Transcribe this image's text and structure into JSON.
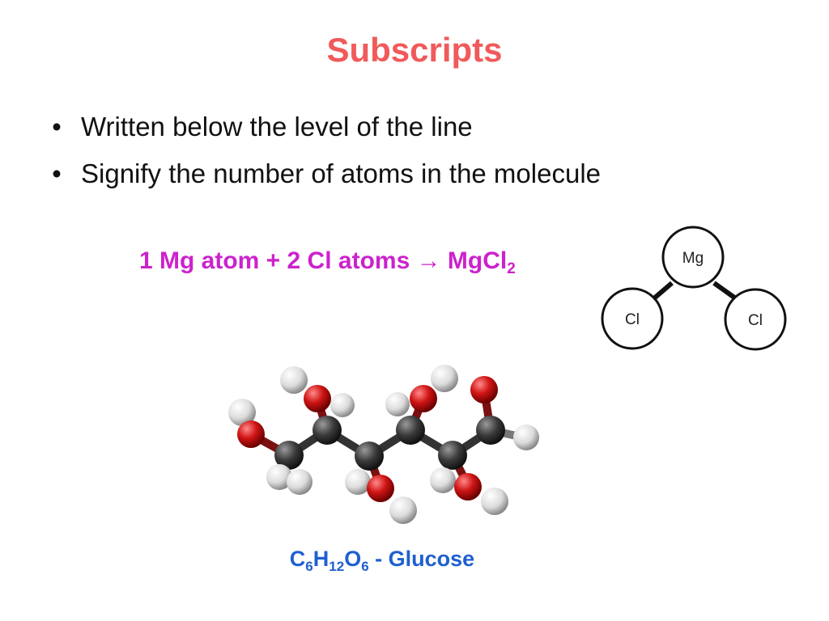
{
  "slide": {
    "title": "Subscripts",
    "bullets": [
      "Written below the level of the line",
      "Signify the number of atoms in the molecule"
    ],
    "equation": {
      "left": "1 Mg atom + 2 Cl atoms ",
      "arrow": "→",
      "product": " MgCl",
      "product_subscript": "2"
    },
    "mgcl2_diagram": {
      "center": "Mg",
      "left": "Cl",
      "right": "Cl"
    },
    "glucose_formula": {
      "c": "C",
      "c_sub": "6",
      "h": "H",
      "h_sub": "12",
      "o": "O",
      "o_sub": "6",
      "name": " - Glucose"
    }
  },
  "colors": {
    "title": "#f05a5a",
    "equation": "#cc22cc",
    "formula": "#1f5fd0",
    "carbon": "#3a3a3a",
    "oxygen": "#cc1111",
    "hydrogen": "#e8e8e8"
  }
}
